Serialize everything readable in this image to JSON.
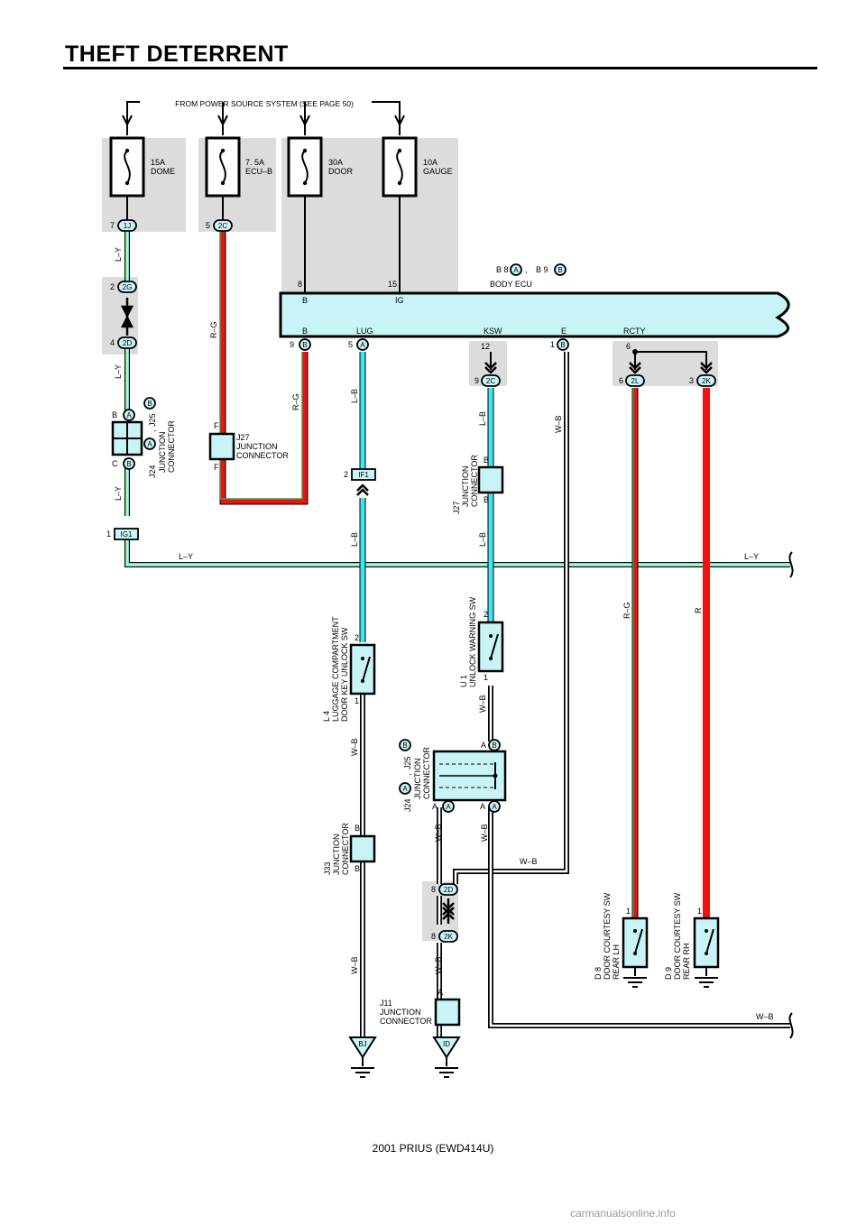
{
  "title": "THEFT DETERRENT",
  "footer": "2001 PRIUS (EWD414U)",
  "watermark": "carmanualsonline.info",
  "colors": {
    "shade": "#dcdcdc",
    "ecu_fill": "#c9f4f7",
    "light_blue": "#3ce6f4",
    "yellow": "#fff070",
    "red": "#ee1111",
    "green": "#3d9f3d",
    "black": "#000000"
  },
  "power_source": "FROM POWER SOURCE SYSTEM (SEE PAGE 50)",
  "fuses": [
    {
      "rating": "15A",
      "name": "DOME"
    },
    {
      "rating": "7. 5A",
      "name": "ECU–B"
    },
    {
      "rating": "30A",
      "name": "DOOR"
    },
    {
      "rating": "10A",
      "name": "GAUGE"
    }
  ],
  "ecu": {
    "title": "BODY ECU",
    "conn_a": "B 8",
    "conn_b": "B 9",
    "letter_a": "A",
    "letter_b": "B",
    "sep": ",",
    "top_pin_b": "8",
    "top_pin_ig": "15",
    "top_term_b": "B",
    "top_term_ig": "IG",
    "terms": [
      "B",
      "LUG",
      "KSW",
      "E",
      "RCTY"
    ],
    "pins": [
      "9",
      "5",
      "12",
      "1",
      "6"
    ]
  },
  "connectors": {
    "n1j": "7",
    "c1j": "1J",
    "n2c_top": "5",
    "c2c_top": "2C",
    "n2g": "2",
    "c2g": "2G",
    "n2d_top": "4",
    "c2d_top": "2D",
    "n2c_mid": "9",
    "c2c_mid": "2C",
    "n2l": "6",
    "c2l": "2L",
    "n2k_top": "3",
    "c2k_top": "2K",
    "nif1": "2",
    "cif1": "IF1",
    "nig1": "1",
    "cig1": "IG1",
    "n2d_bot": "8",
    "c2d_bot": "2D",
    "n2k_bot": "8",
    "c2k_bot": "2K",
    "letter_a": "A",
    "letter_b": "B"
  },
  "junctions": {
    "j24_top": {
      "line1": "J24",
      "line2": "J25",
      "line3": "JUNCTION",
      "line4": "CONNECTOR",
      "pin1": "B",
      "pin2": "C"
    },
    "j27_left": {
      "line1": "J27",
      "line2": "JUNCTION",
      "line3": "CONNECTOR",
      "pin": "F"
    },
    "j27_right": {
      "line1": "J27",
      "line2": "JUNCTION",
      "line3": "CONNECTOR",
      "pin": "B"
    },
    "j24_bot": {
      "line1": "J24",
      "line2": "J25",
      "line3": "JUNCTION",
      "line4": "CONNECTOR",
      "pin": "A"
    },
    "j33": {
      "line1": "J33",
      "line2": "JUNCTION",
      "line3": "CONNECTOR",
      "pin": "B"
    },
    "j11": {
      "line1": "J11",
      "line2": "JUNCTION",
      "line3": "CONNECTOR",
      "pin": "A"
    },
    "comma": ","
  },
  "switches": {
    "l4": {
      "line1": "L 4",
      "line2": "LUGGAGE COMPARTMENT",
      "line3": "DOOR KEY UNLOCK SW",
      "pin_top": "2",
      "pin_bot": "1"
    },
    "u1": {
      "line1": "U 1",
      "line2": "UNLOCK WARNING SW",
      "pin_top": "2",
      "pin_bot": "1"
    },
    "d8": {
      "line1": "D 8",
      "line2": "DOOR COURTESY SW",
      "line3": "REAR LH",
      "pin": "1"
    },
    "d9": {
      "line1": "D 9",
      "line2": "DOOR COURTESY SW",
      "line3": "REAR RH",
      "pin": "1"
    }
  },
  "wires": {
    "ly": "L–Y",
    "rg": "R–G",
    "lb": "L–B",
    "wb": "W–B",
    "r": "R"
  },
  "grounds": {
    "bj": "BJ",
    "id": "ID"
  }
}
